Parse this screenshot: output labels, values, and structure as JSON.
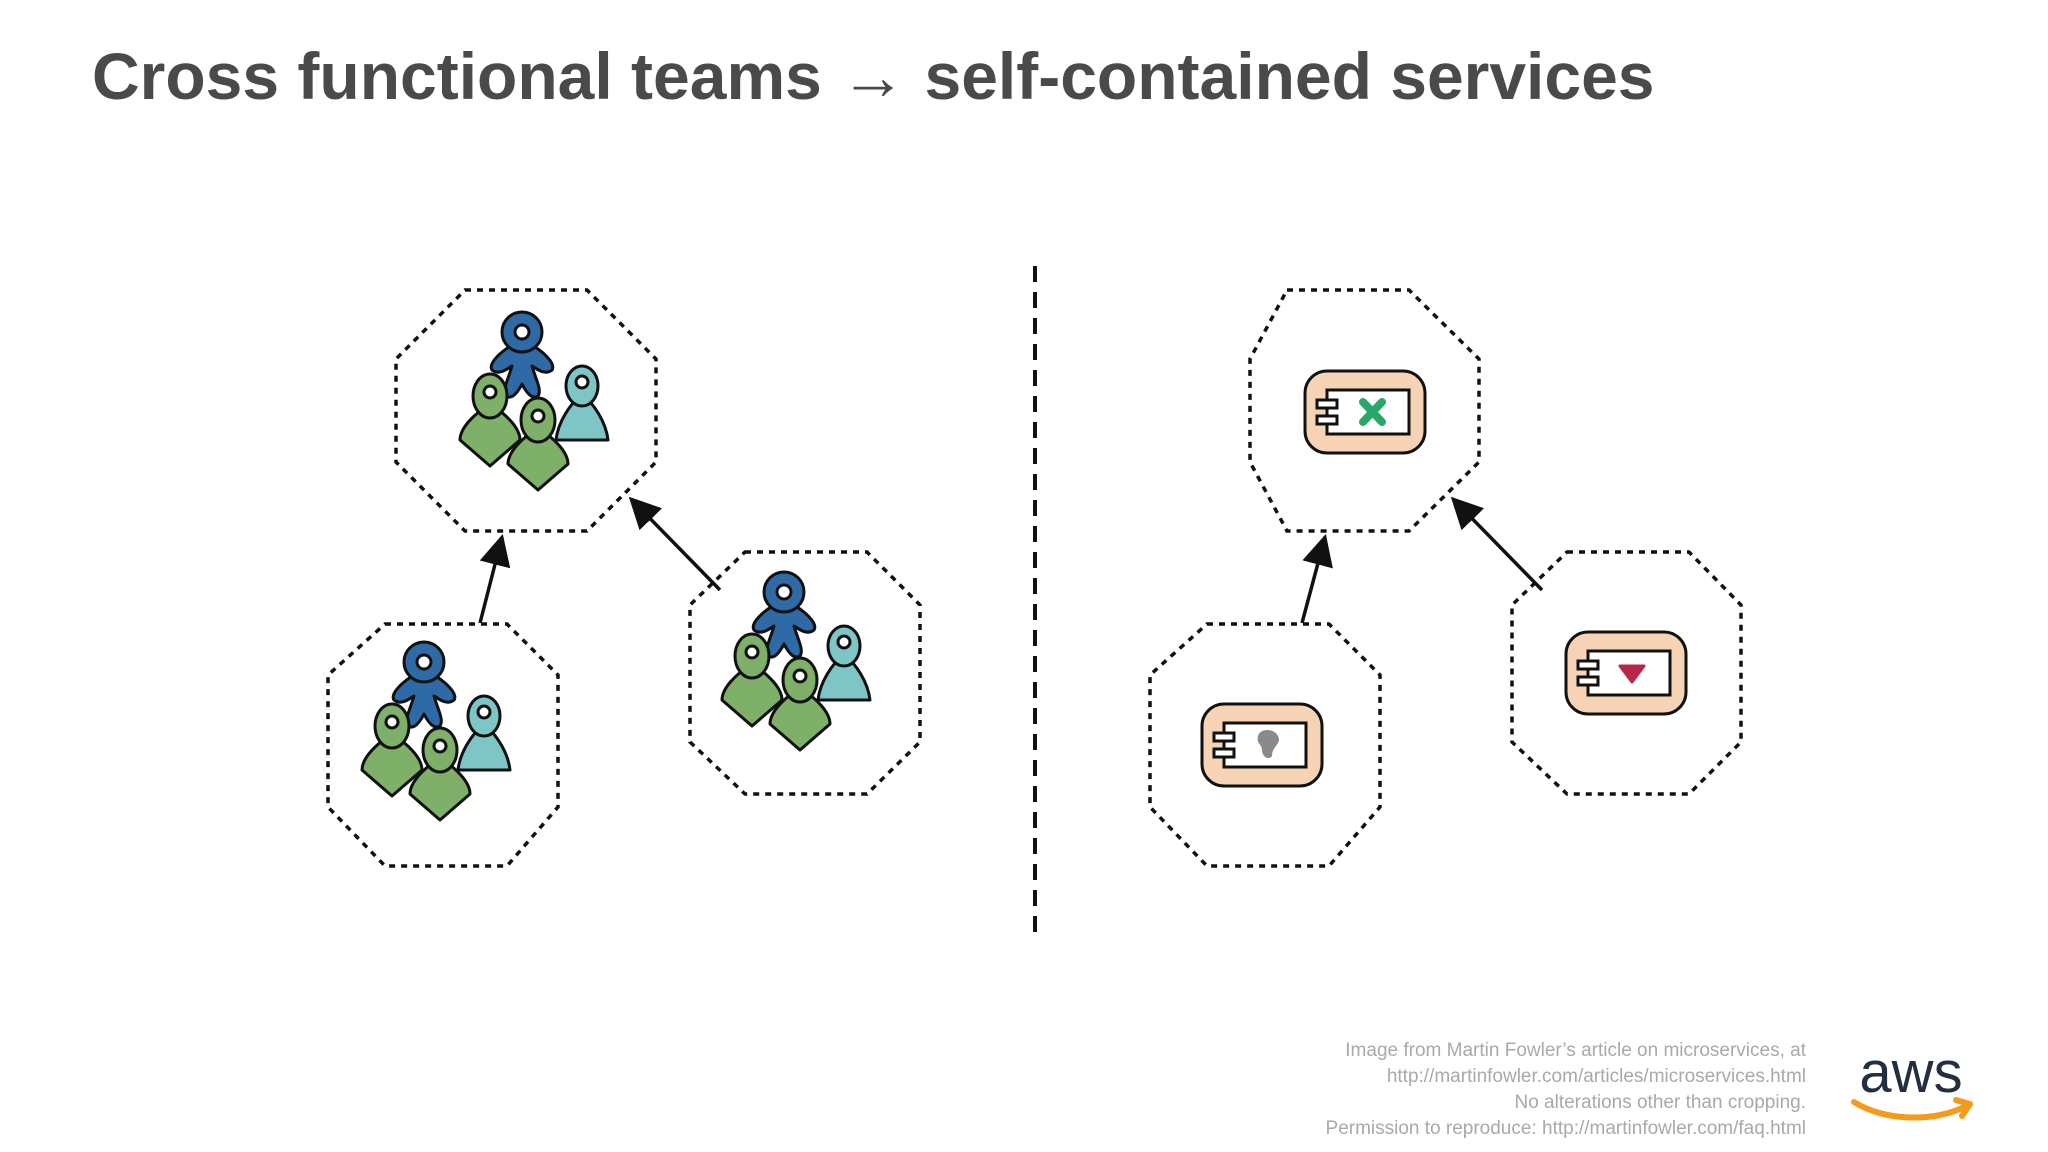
{
  "slide": {
    "title": "Cross functional teams → self-contained services"
  },
  "diagram": {
    "left_panel": "team groups",
    "right_panel": "services",
    "colors": {
      "person_blue": "#2e6aa6",
      "person_green": "#7fb069",
      "person_teal": "#7ec6c6",
      "service_fill": "#f6d3b5",
      "icon_green": "#2aa86a",
      "icon_gray": "#8a8a8a",
      "icon_red": "#b5284a"
    },
    "service_icons": [
      "green-cross-icon",
      "gray-blob-icon",
      "red-heart-icon"
    ]
  },
  "credit": {
    "lines": [
      "Image from Martin Fowler’s article on microservices, at",
      "http://martinfowler.com/articles/microservices.html",
      "No alterations other than cropping.",
      "Permission to reproduce: http://martinfowler.com/faq.html"
    ]
  },
  "logo": {
    "text": "aws",
    "swoosh_color": "#f59a1b",
    "text_color": "#232f3e"
  }
}
